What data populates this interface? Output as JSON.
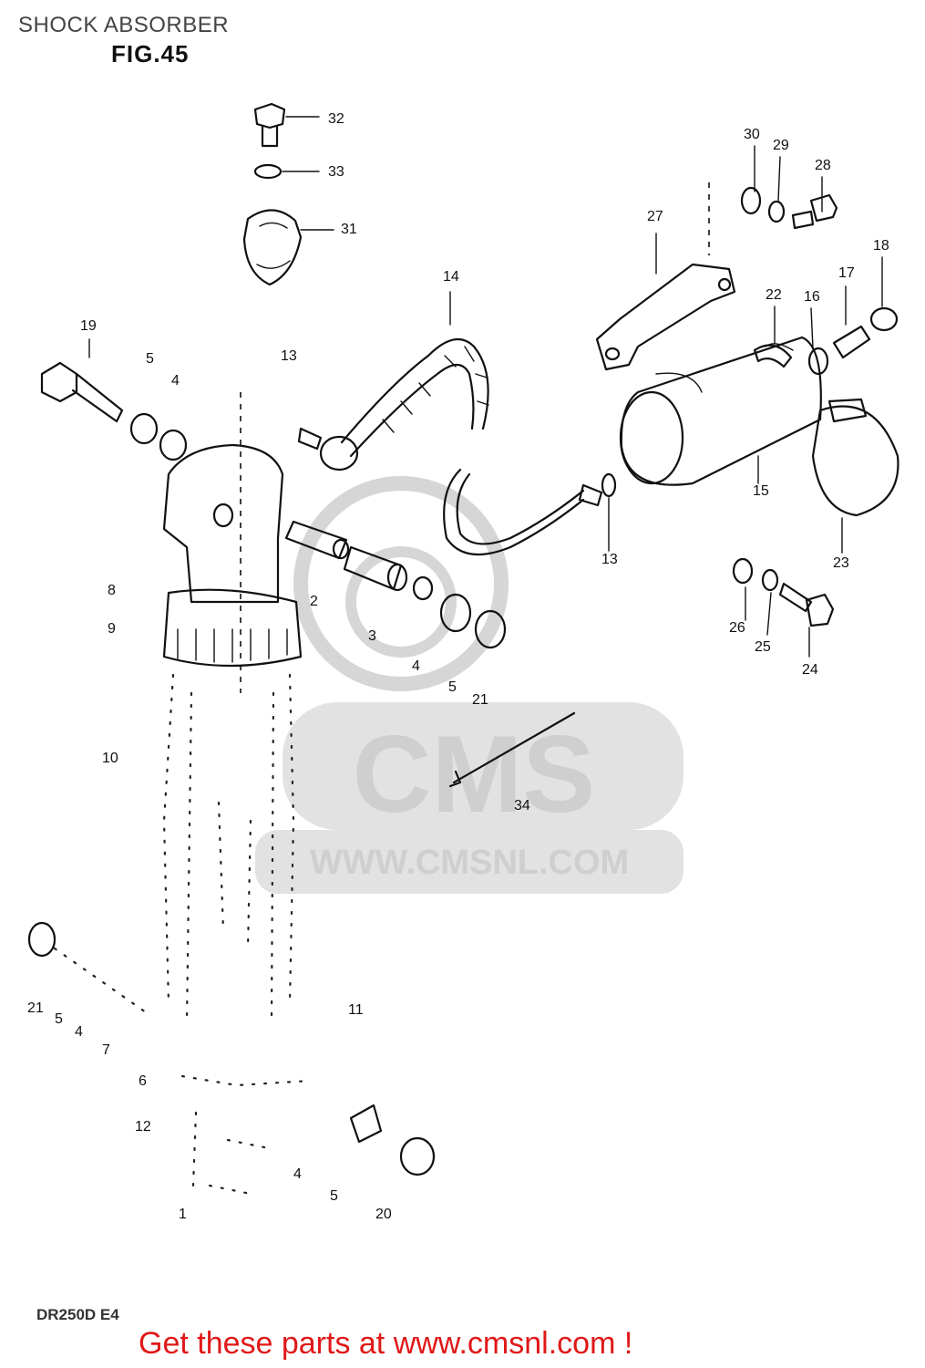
{
  "header": {
    "title": "SHOCK ABSORBER",
    "figure": "FIG.45"
  },
  "watermark": {
    "logo_text": "CMS",
    "url": "WWW.CMSNL.COM"
  },
  "callouts": [
    {
      "id": "c32",
      "label": "32"
    },
    {
      "id": "c33",
      "label": "33"
    },
    {
      "id": "c31",
      "label": "31"
    },
    {
      "id": "c14",
      "label": "14"
    },
    {
      "id": "c30",
      "label": "30"
    },
    {
      "id": "c29",
      "label": "29"
    },
    {
      "id": "c28",
      "label": "28"
    },
    {
      "id": "c27",
      "label": "27"
    },
    {
      "id": "c18",
      "label": "18"
    },
    {
      "id": "c17",
      "label": "17"
    },
    {
      "id": "c22",
      "label": "22"
    },
    {
      "id": "c16",
      "label": "16"
    },
    {
      "id": "c19",
      "label": "19"
    },
    {
      "id": "c5a",
      "label": "5"
    },
    {
      "id": "c4a",
      "label": "4"
    },
    {
      "id": "c13a",
      "label": "13"
    },
    {
      "id": "c15",
      "label": "15"
    },
    {
      "id": "c13b",
      "label": "13"
    },
    {
      "id": "c23",
      "label": "23"
    },
    {
      "id": "c8",
      "label": "8"
    },
    {
      "id": "c9",
      "label": "9"
    },
    {
      "id": "c2",
      "label": "2"
    },
    {
      "id": "c3",
      "label": "3"
    },
    {
      "id": "c4b",
      "label": "4"
    },
    {
      "id": "c5b",
      "label": "5"
    },
    {
      "id": "c21a",
      "label": "21"
    },
    {
      "id": "c26",
      "label": "26"
    },
    {
      "id": "c25",
      "label": "25"
    },
    {
      "id": "c24",
      "label": "24"
    },
    {
      "id": "c10",
      "label": "10"
    },
    {
      "id": "c34",
      "label": "34"
    },
    {
      "id": "c21b",
      "label": "21"
    },
    {
      "id": "c5c",
      "label": "5"
    },
    {
      "id": "c4c",
      "label": "4"
    },
    {
      "id": "c7",
      "label": "7"
    },
    {
      "id": "c11",
      "label": "11"
    },
    {
      "id": "c6",
      "label": "6"
    },
    {
      "id": "c12",
      "label": "12"
    },
    {
      "id": "c4d",
      "label": "4"
    },
    {
      "id": "c5d",
      "label": "5"
    },
    {
      "id": "c1",
      "label": "1"
    },
    {
      "id": "c20",
      "label": "20"
    }
  ],
  "footer": {
    "model_code": "DR250D E4",
    "link_text": "Get these parts at www.cmsnl.com !"
  }
}
